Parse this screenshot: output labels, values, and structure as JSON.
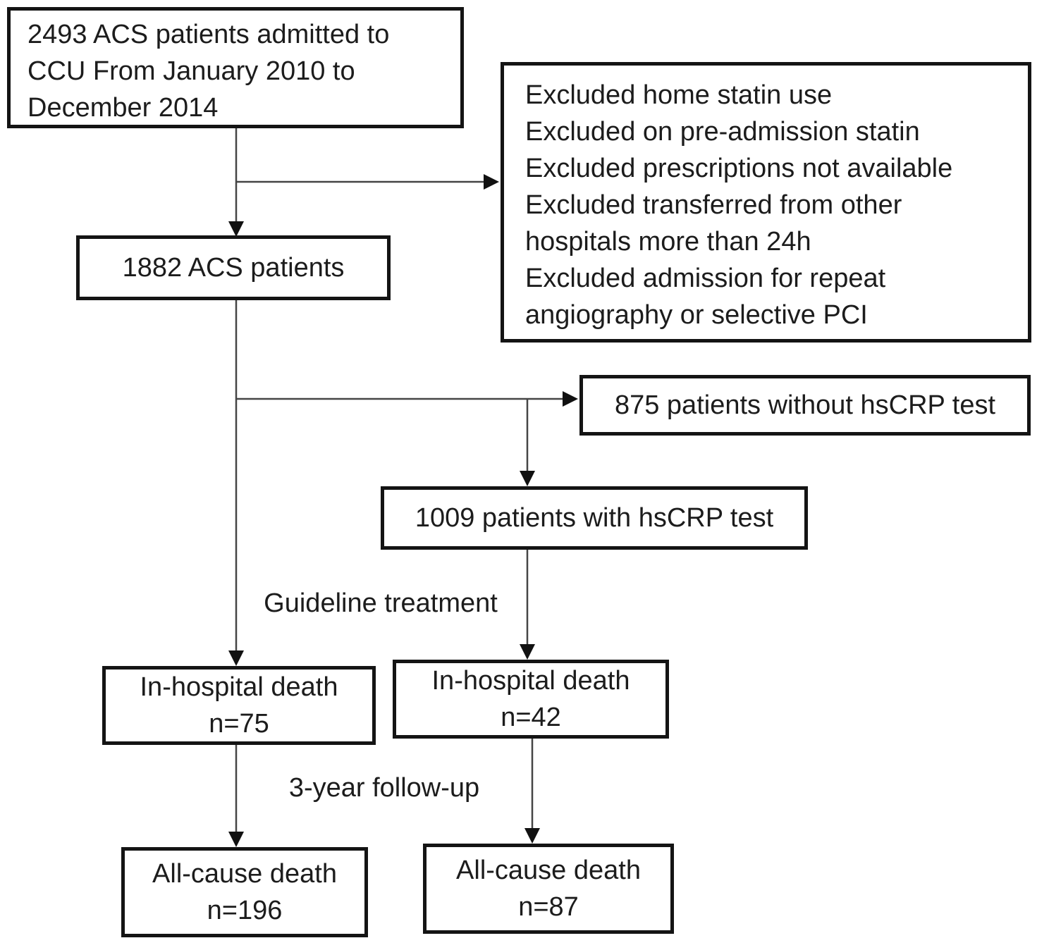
{
  "figure": {
    "type": "flowchart",
    "title": "ACS patient selection flow diagram",
    "nodes": {
      "initial": {
        "lines": [
          "2493 ACS patients admitted to",
          "CCU From January 2010 to",
          "December 2014"
        ]
      },
      "excluded": {
        "lines": [
          "Excluded home statin use",
          "Excluded on pre-admission statin",
          "Excluded prescriptions not available",
          "Excluded transferred from other",
          "hospitals more than 24h",
          "Excluded admission for repeat",
          "angiography or selective PCI"
        ]
      },
      "acs1882": {
        "text": "1882 ACS patients"
      },
      "without_hscrp": {
        "text": "875 patients without hsCRP test"
      },
      "with_hscrp": {
        "text": "1009 patients with hsCRP test"
      },
      "inhospital_left": {
        "line1": "In-hospital death",
        "line2": "n=75"
      },
      "inhospital_right": {
        "line1": "In-hospital death",
        "line2": "n=42"
      },
      "allcause_left": {
        "line1": "All-cause death",
        "line2": "n=196"
      },
      "allcause_right": {
        "line1": "All-cause death",
        "line2": "n=87"
      }
    },
    "edge_labels": {
      "guideline": "Guideline treatment",
      "followup": "3-year follow-up"
    },
    "colors": {
      "background": "#ffffff",
      "box_border": "#141414",
      "text": "#1c1c1c",
      "connector_line": "#454545",
      "arrowhead": "#111111"
    }
  }
}
